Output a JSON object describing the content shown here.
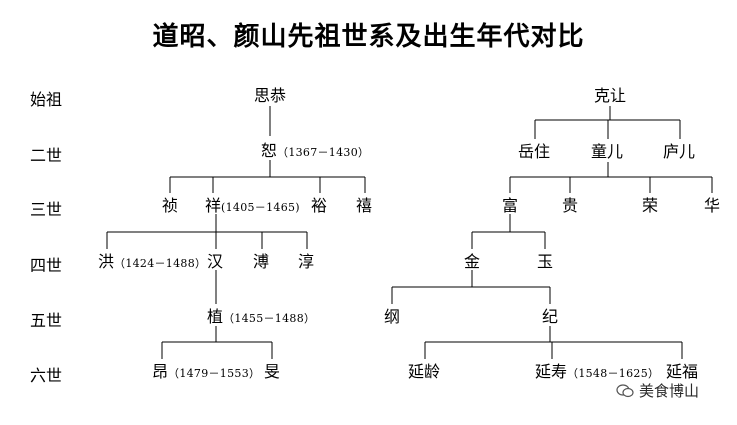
{
  "title": "道昭、颜山先祖世系及出生年代对比",
  "generations": [
    "始祖",
    "二世",
    "三世",
    "四世",
    "五世",
    "六世"
  ],
  "left_tree": {
    "g1": {
      "name": "思恭"
    },
    "g2": {
      "name": "恕",
      "years": "（1367－1430）"
    },
    "g3": [
      {
        "name": "祯"
      },
      {
        "name": "祥",
        "years": "(1405－1465)"
      },
      {
        "name": "裕"
      },
      {
        "name": "禧"
      }
    ],
    "g4": [
      {
        "name": "洪",
        "years": "（1424－1488）"
      },
      {
        "name": "汉"
      },
      {
        "name": "溥"
      },
      {
        "name": "淳"
      }
    ],
    "g5": {
      "name": "植",
      "years": "（1455－1488）"
    },
    "g6": [
      {
        "name": "昂",
        "years": "（1479－1553）"
      },
      {
        "name": "旻"
      }
    ]
  },
  "right_tree": {
    "g1": {
      "name": "克让"
    },
    "g2": [
      {
        "name": "岳住"
      },
      {
        "name": "童儿"
      },
      {
        "name": "庐儿"
      }
    ],
    "g3": [
      {
        "name": "富"
      },
      {
        "name": "贵"
      },
      {
        "name": "荣"
      },
      {
        "name": "华"
      }
    ],
    "g4": [
      {
        "name": "金"
      },
      {
        "name": "玉"
      }
    ],
    "g5": [
      {
        "name": "纲"
      },
      {
        "name": "纪"
      }
    ],
    "g6": [
      {
        "name": "延龄"
      },
      {
        "name": "延寿",
        "years": "（1548－1625）"
      },
      {
        "name": "延福"
      }
    ]
  },
  "watermark": "美食博山"
}
